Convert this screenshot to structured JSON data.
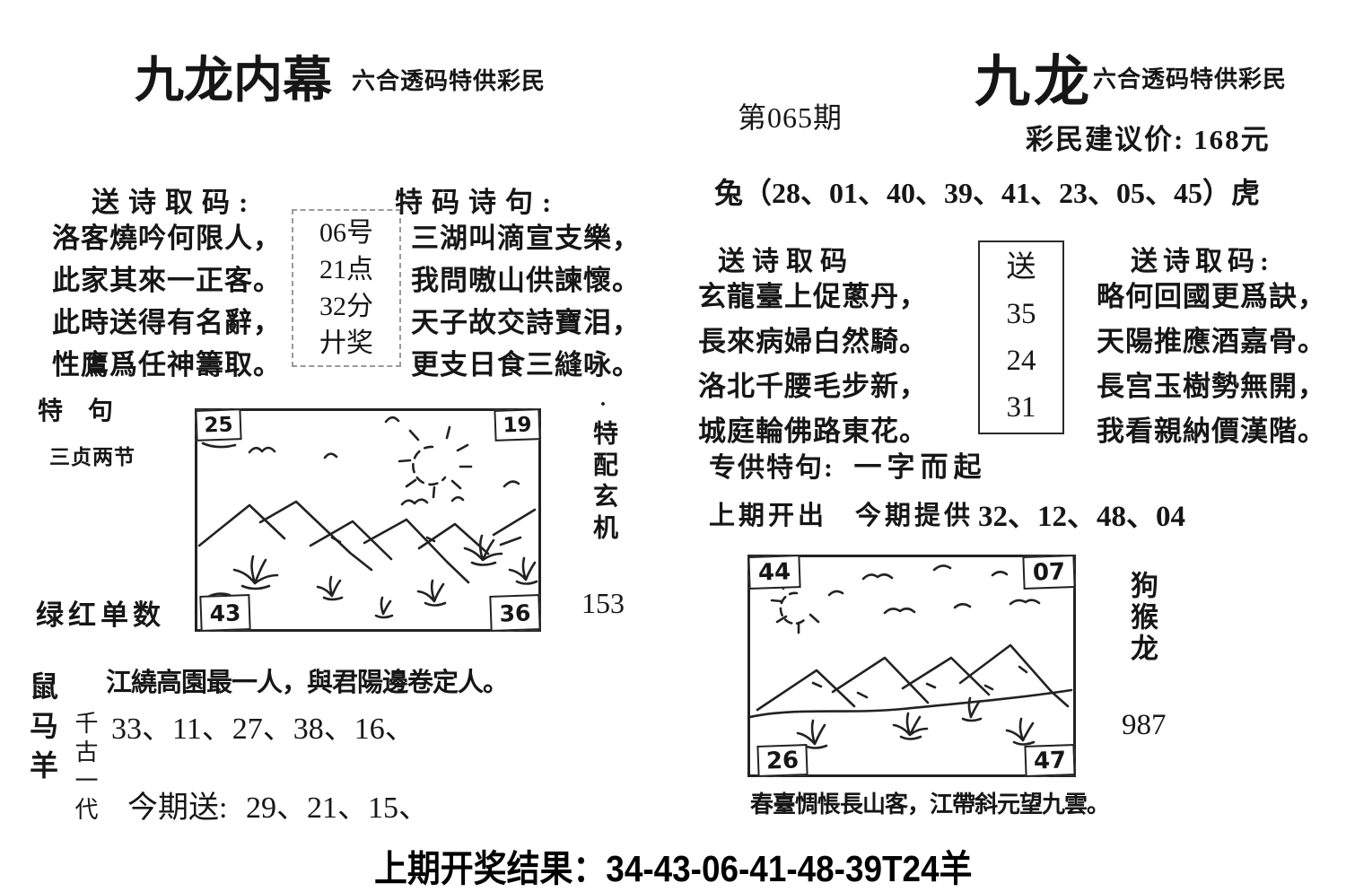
{
  "left": {
    "title": "九龙内幕",
    "subtitle": "六合透码特供彩民",
    "poem1": {
      "heading": "送诗取码:",
      "lines": [
        "洛客燒吟何限人，",
        "此家其來一正客。",
        "此時送得有名辭，",
        "性鷹爲任神籌取。"
      ]
    },
    "number_box": {
      "items": [
        "06号",
        "21点",
        "32分",
        "廾奖"
      ]
    },
    "poem2": {
      "heading": "特码诗句:",
      "lines": [
        "三湖叫滴宣支樂，",
        "我問嗷山供諫懷。",
        "天子故交詩寶泪，",
        "更支日食三縫咏。"
      ]
    },
    "labels": {
      "te_ju": "特　句",
      "san_zhen_liang_jie": "三贞两节",
      "lv_hong_dan_shu": "绿红单数",
      "te_pei_dot": "·",
      "te_pei_xuan_ji": "特配玄机",
      "num_153": "153"
    },
    "scene_corners": {
      "tl": "25",
      "tr": "19",
      "bl": "43",
      "br": "36"
    },
    "sentence": "江繞高園最一人，與君陽邊卷定人。",
    "zodiac_col": "鼠马羊",
    "qiangu_col": "千古一代",
    "numbers_line": "33、11、27、38、16、",
    "send": {
      "label": "今期送:",
      "numbers": "29、21、15、"
    }
  },
  "right": {
    "period": "第065期",
    "title": "九龙",
    "subtitle": "六合透码特供彩民",
    "price": "彩民建议价: 168元",
    "zodiac_line": "兔（28、01、40、39、41、23、05、45）虎",
    "poem1": {
      "heading": "送诗取码",
      "lines": [
        "玄龍臺上促蔥丹，",
        "長來病婦白然騎。",
        "洛北千腰毛步新，",
        "城庭輪佛路東花。"
      ]
    },
    "send_box": {
      "label": "送",
      "numbers": [
        "35",
        "24",
        "31"
      ]
    },
    "poem2": {
      "heading": "送诗取码:",
      "lines": [
        "略何回國更爲訣，",
        "天陽推應酒嘉骨。",
        "長宫玉樹勢無開，",
        "我看親納價漢階。"
      ]
    },
    "special": {
      "label": "专供特句:",
      "value": "一字而起"
    },
    "provide": {
      "prev": "上期开出",
      "current": "今期提供",
      "numbers": "32、12、48、04"
    },
    "scene_corners": {
      "tl": "44",
      "tr": "07",
      "bl": "26",
      "br": "47"
    },
    "zodiac_col": "狗猴龙",
    "num_987": "987",
    "caption": "春臺惆悵長山客，江帶斜元望九雲。"
  },
  "footer": {
    "result": "上期开奖结果：34-43-06-41-48-39T24羊"
  }
}
